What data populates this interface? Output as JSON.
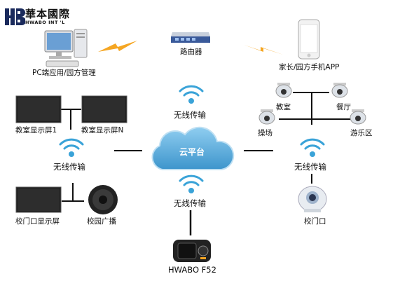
{
  "logo": {
    "cn": "華本國際",
    "en": "HWABO INT 'L"
  },
  "labels": {
    "pc": "PC端应用/园方管理",
    "router": "路由器",
    "phone": "家长/园方手机APP",
    "display1": "教室显示屏1",
    "displayN": "教室显示屏N",
    "wireless_top": "无线传输",
    "wireless_left": "无线传输",
    "wireless_right": "无线传输",
    "wireless_bottom": "无线传输",
    "cloud": "云平台",
    "cam_classroom": "教室",
    "cam_canteen": "餐厅",
    "cam_playground": "操场",
    "cam_playarea": "游乐区",
    "gate_display": "校门口显示屏",
    "broadcast": "校园广播",
    "gate_camera": "校门口",
    "device": "HWABO F52"
  },
  "colors": {
    "accent": "#f5a623",
    "wifi": "#3aa3d8",
    "cloud": "#5aaedb",
    "line": "#111111"
  }
}
